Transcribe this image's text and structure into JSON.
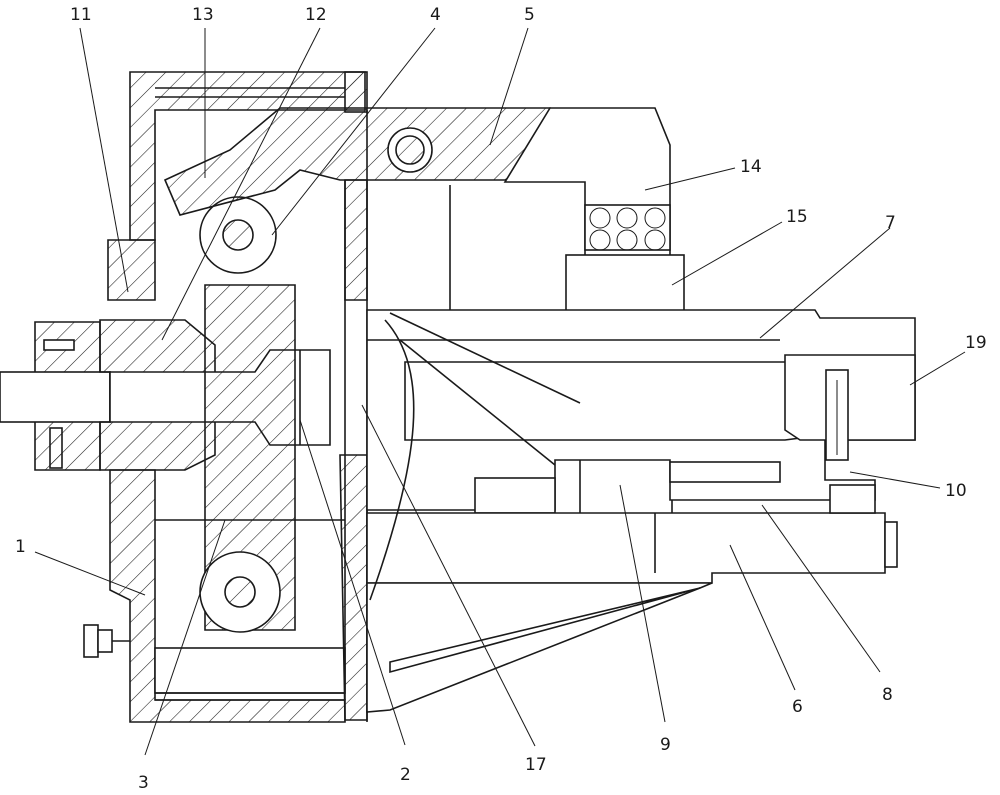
{
  "figure": {
    "part_labels": [
      "1",
      "2",
      "3",
      "4",
      "5",
      "6",
      "7",
      "8",
      "9",
      "10",
      "11",
      "12",
      "13",
      "14",
      "15",
      "17",
      "19"
    ]
  }
}
